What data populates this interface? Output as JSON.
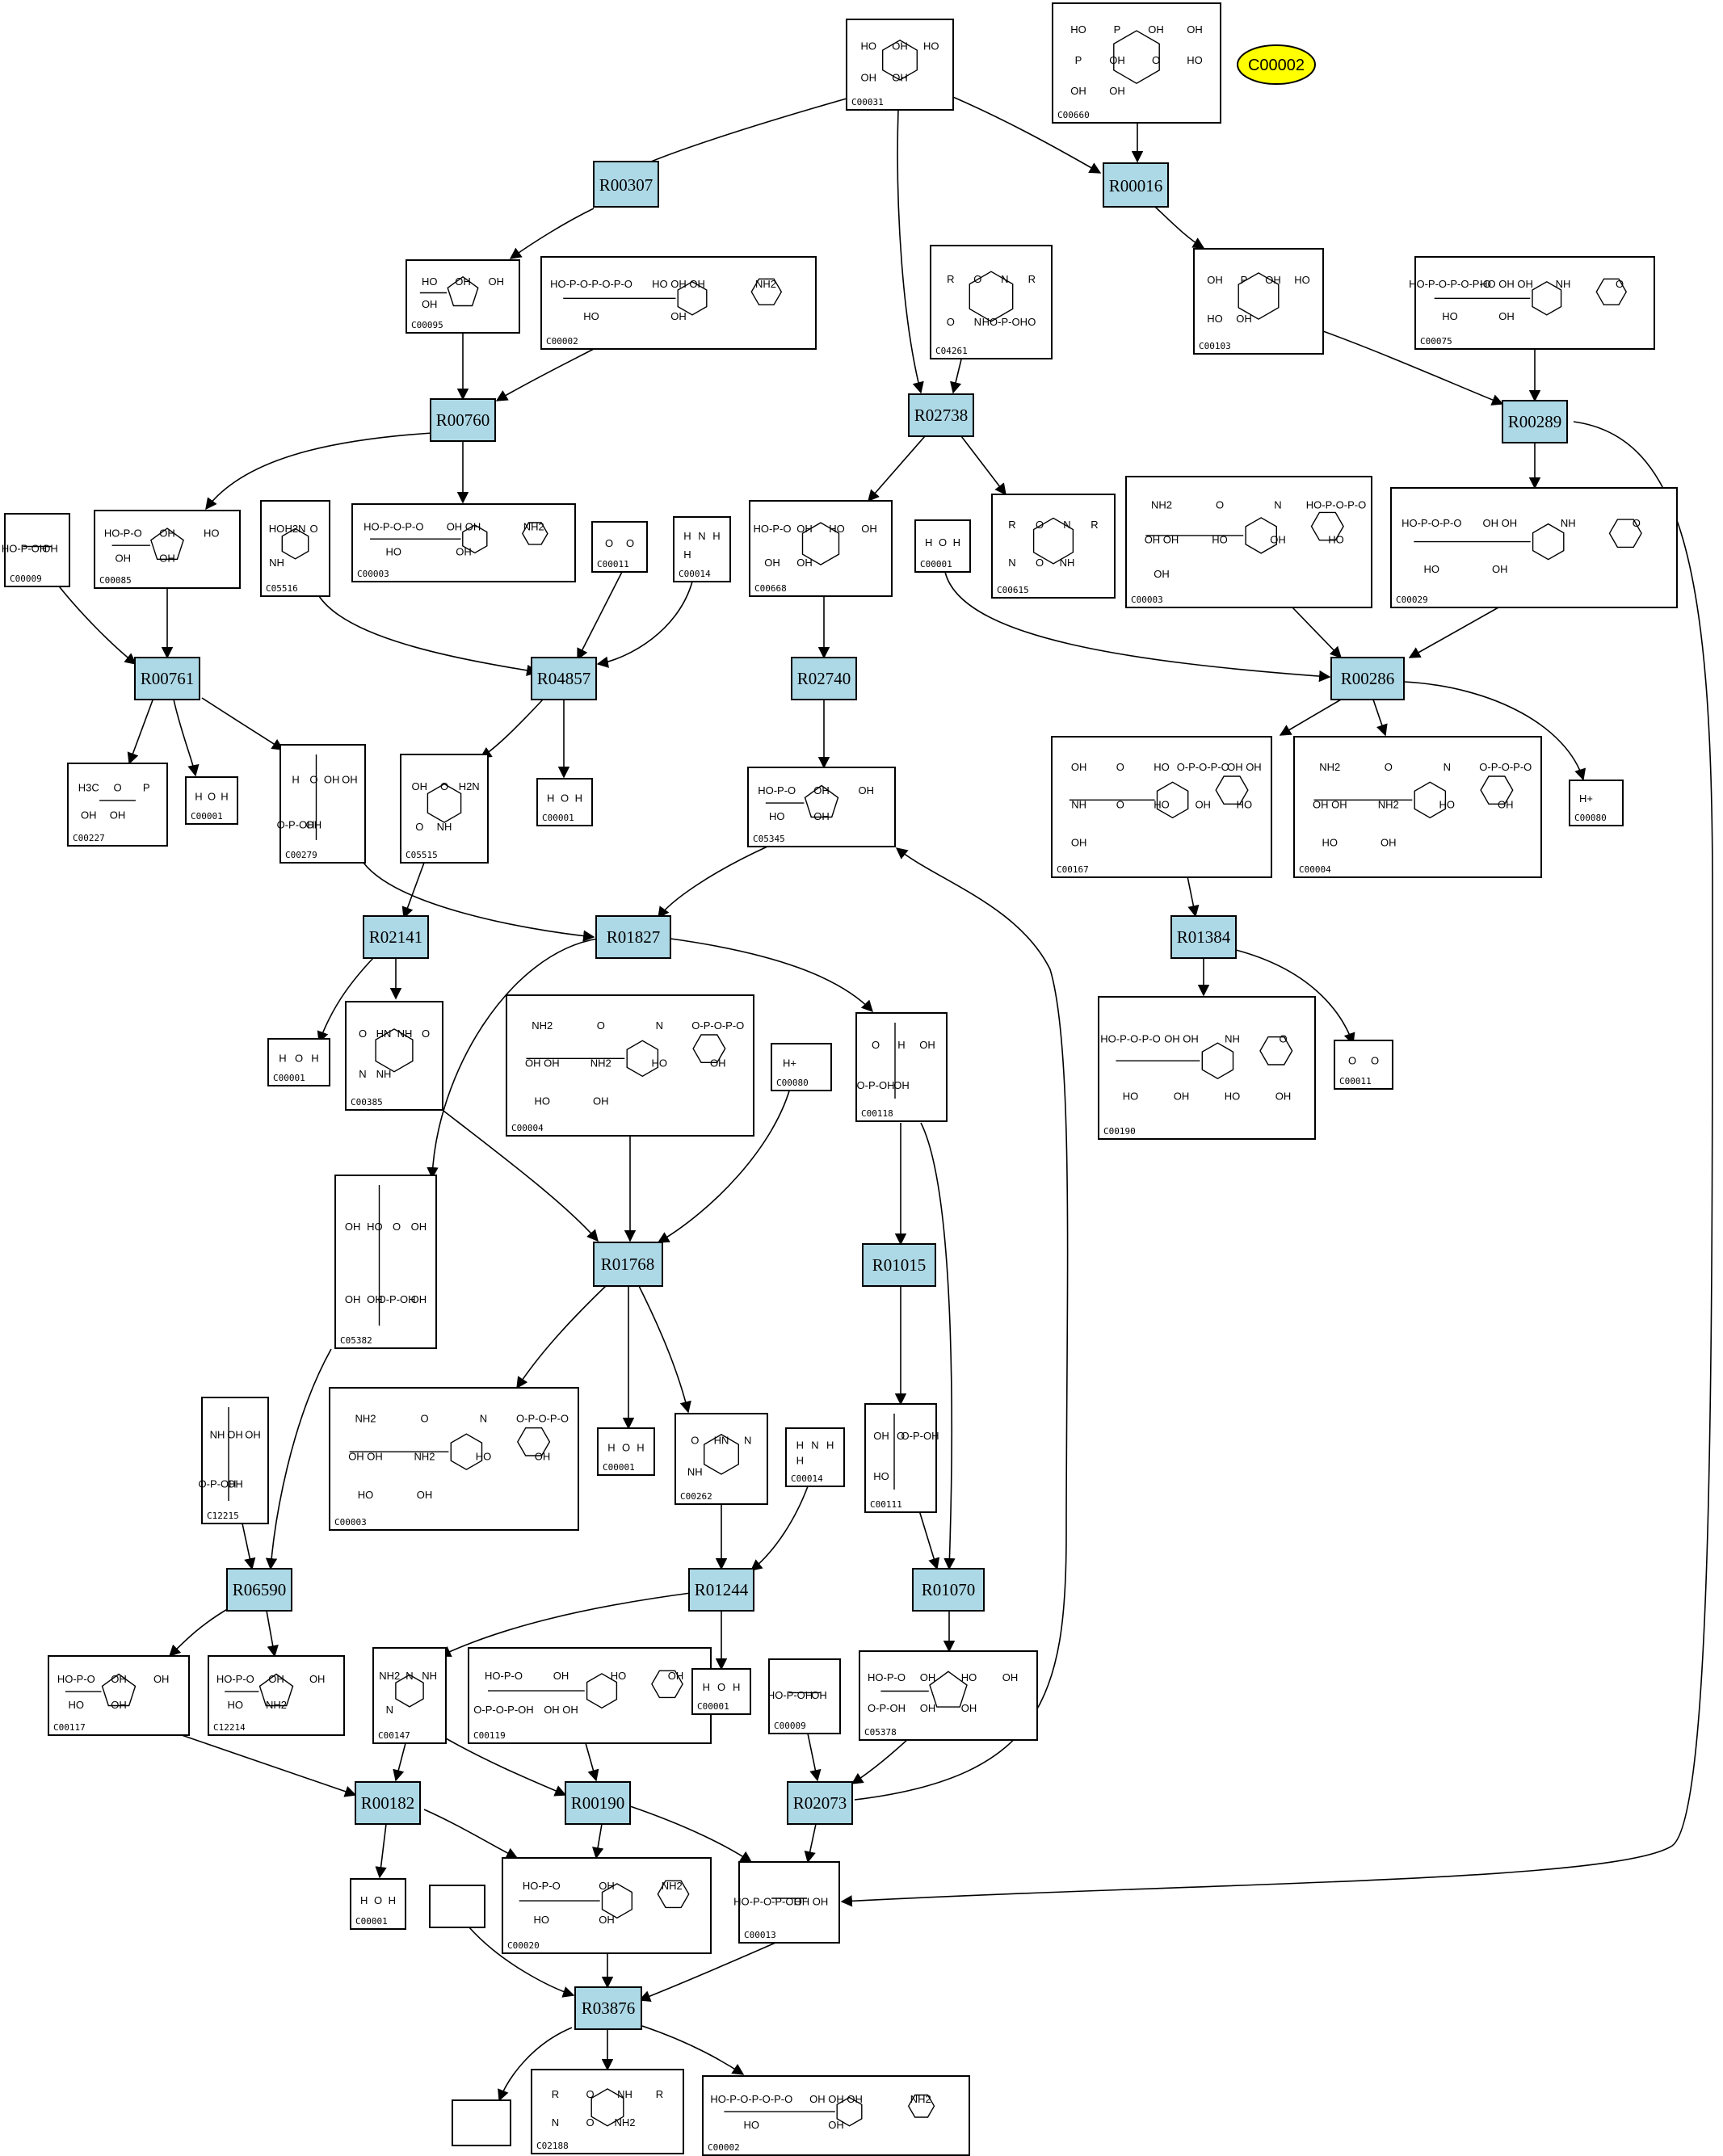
{
  "highlight_node": {
    "label": "C00002",
    "color": "#ffff00"
  },
  "reaction_color": "#add8e6",
  "reactions": {
    "R00307": "R00307",
    "R00016": "R00016",
    "R02738": "R02738",
    "R00760": "R00760",
    "R00289": "R00289",
    "R00761": "R00761",
    "R04857": "R04857",
    "R02740": "R02740",
    "R00286": "R00286",
    "R02141": "R02141",
    "R01827": "R01827",
    "R01384": "R01384",
    "R01768": "R01768",
    "R01015": "R01015",
    "R06590": "R06590",
    "R01244": "R01244",
    "R01070": "R01070",
    "R00182": "R00182",
    "R00190": "R00190",
    "R02073": "R02073",
    "R03876": "R03876"
  },
  "compounds": {
    "c00031": {
      "id": "C00031",
      "atoms": [
        "HO",
        "OH",
        "HO",
        "OH",
        "OH"
      ]
    },
    "c00660": {
      "id": "C00660",
      "atoms": [
        "HO",
        "P",
        "OH",
        "OH",
        "P",
        "OH",
        "O",
        "HO",
        "OH",
        "OH"
      ]
    },
    "c00095": {
      "id": "C00095",
      "atoms": [
        "HO",
        "OH",
        "OH",
        "OH"
      ]
    },
    "c00002a": {
      "id": "C00002",
      "atoms": [
        "HO-P-O-P-O-P-O",
        "HO  OH  OH",
        "NH2",
        "HO",
        "OH"
      ]
    },
    "c04261": {
      "id": "C04261",
      "atoms": [
        "R",
        "O",
        "N",
        "R",
        "O",
        "N",
        "HO-P-OH",
        "O"
      ]
    },
    "c00103": {
      "id": "C00103",
      "atoms": [
        "OH",
        "P",
        "OH",
        "HO",
        "HO",
        "OH"
      ]
    },
    "c00075": {
      "id": "C00075",
      "atoms": [
        "HO-P-O-P-O-P-O",
        "HO  OH  OH",
        "NH",
        "O",
        "HO",
        "OH"
      ]
    },
    "c00009a": {
      "id": "C00009",
      "atoms": [
        "HO-P-OH",
        "OH"
      ]
    },
    "c00085": {
      "id": "C00085",
      "atoms": [
        "HO-P-O",
        "OH",
        "HO",
        "OH",
        "OH"
      ]
    },
    "c05516": {
      "id": "C05516",
      "atoms": [
        "HO",
        "H2N",
        "O",
        "NH"
      ]
    },
    "c00003a": {
      "id": "C00003",
      "atoms": [
        "HO-P-O-P-O",
        "OH  OH",
        "NH2",
        "HO",
        "OH"
      ]
    },
    "c00011a": {
      "id": "C00011",
      "atoms": [
        "O",
        "O"
      ]
    },
    "c00014a": {
      "id": "C00014",
      "atoms": [
        "H",
        "N",
        "H",
        "H"
      ]
    },
    "c00668": {
      "id": "C00668",
      "atoms": [
        "HO-P-O",
        "OH",
        "HO",
        "OH",
        "OH",
        "OH"
      ]
    },
    "c00001a": {
      "id": "C00001",
      "atoms": [
        "H",
        "O",
        "H"
      ]
    },
    "c00615": {
      "id": "C00615",
      "atoms": [
        "R",
        "O",
        "N",
        "R",
        "N",
        "O",
        "NH"
      ]
    },
    "c00003b": {
      "id": "C00003",
      "atoms": [
        "NH2",
        "O",
        "N",
        "HO-P-O-P-O",
        "OH OH",
        "HO",
        "OH",
        "HO",
        "OH"
      ]
    },
    "c00029": {
      "id": "C00029",
      "atoms": [
        "HO-P-O-P-O",
        "OH OH",
        "NH",
        "O",
        "HO",
        "OH"
      ]
    },
    "c00227": {
      "id": "C00227",
      "atoms": [
        "H3C",
        "O",
        "P",
        "OH",
        "OH"
      ]
    },
    "c00001b": {
      "id": "C00001",
      "atoms": [
        "H",
        "O",
        "H"
      ]
    },
    "c00279": {
      "id": "C00279",
      "atoms": [
        "H",
        "O",
        "OH",
        "OH",
        "O-P-OH",
        "OH"
      ]
    },
    "c05515": {
      "id": "C05515",
      "atoms": [
        "OH",
        "O",
        "H2N",
        "O",
        "NH"
      ]
    },
    "c00001c": {
      "id": "C00001",
      "atoms": [
        "H",
        "O",
        "H"
      ]
    },
    "c05345": {
      "id": "C05345",
      "atoms": [
        "HO-P-O",
        "OH",
        "OH",
        "HO",
        "OH"
      ]
    },
    "c00167": {
      "id": "C00167",
      "atoms": [
        "OH",
        "O",
        "HO",
        "O-P-O-P-O",
        "OH OH",
        "NH",
        "O",
        "HO",
        "OH",
        "HO",
        "OH"
      ]
    },
    "c00004a": {
      "id": "C00004",
      "atoms": [
        "NH2",
        "O",
        "N",
        "O-P-O-P-O",
        "OH OH",
        "NH2",
        "HO",
        "OH",
        "HO",
        "OH"
      ]
    },
    "c00080a": {
      "id": "C00080",
      "atoms": [
        "H+"
      ]
    },
    "c00001d": {
      "id": "C00001",
      "atoms": [
        "H",
        "O",
        "H"
      ]
    },
    "c00385": {
      "id": "C00385",
      "atoms": [
        "O",
        "HN",
        "NH",
        "O",
        "N",
        "NH"
      ]
    },
    "c00004b": {
      "id": "C00004",
      "atoms": [
        "NH2",
        "O",
        "N",
        "O-P-O-P-O",
        "OH OH",
        "NH2",
        "HO",
        "OH",
        "HO",
        "OH"
      ]
    },
    "c00080b": {
      "id": "C00080",
      "atoms": [
        "H+"
      ]
    },
    "c00118": {
      "id": "C00118",
      "atoms": [
        "O",
        "H",
        "OH",
        "O-P-OH",
        "OH"
      ]
    },
    "c00190": {
      "id": "C00190",
      "atoms": [
        "HO-P-O-P-O",
        "OH OH",
        "NH",
        "O",
        "HO",
        "OH",
        "HO",
        "OH"
      ]
    },
    "c00011b": {
      "id": "C00011",
      "atoms": [
        "O",
        "O"
      ]
    },
    "c05382": {
      "id": "C05382",
      "atoms": [
        "OH",
        "HO",
        "O",
        "OH",
        "OH",
        "OH",
        "O-P-OH",
        "OH"
      ]
    },
    "c12215": {
      "id": "C12215",
      "atoms": [
        "NH",
        "OH",
        "OH",
        "O-P-OH",
        "OH"
      ]
    },
    "c00003c": {
      "id": "C00003",
      "atoms": [
        "NH2",
        "O",
        "N",
        "O-P-O-P-O",
        "OH OH",
        "NH2",
        "HO",
        "OH",
        "HO",
        "OH"
      ]
    },
    "c00001e": {
      "id": "C00001",
      "atoms": [
        "H",
        "O",
        "H"
      ]
    },
    "c00262": {
      "id": "C00262",
      "atoms": [
        "O",
        "HN",
        "N",
        "NH"
      ]
    },
    "c00014b": {
      "id": "C00014",
      "atoms": [
        "H",
        "N",
        "H",
        "H"
      ]
    },
    "c00111": {
      "id": "C00111",
      "atoms": [
        "OH",
        "O",
        "O-P-OH",
        "HO"
      ]
    },
    "c00117": {
      "id": "C00117",
      "atoms": [
        "HO-P-O",
        "OH",
        "OH",
        "HO",
        "OH"
      ]
    },
    "c12214": {
      "id": "C12214",
      "atoms": [
        "HO-P-O",
        "OH",
        "OH",
        "HO",
        "NH2"
      ]
    },
    "c00147": {
      "id": "C00147",
      "atoms": [
        "NH2",
        "N",
        "NH",
        "N"
      ]
    },
    "c00119": {
      "id": "C00119",
      "atoms": [
        "HO-P-O",
        "OH",
        "HO",
        "OH",
        "O-P-O-P-OH",
        "OH OH"
      ]
    },
    "c00001f": {
      "id": "C00001",
      "atoms": [
        "H",
        "O",
        "H"
      ]
    },
    "c00009b": {
      "id": "C00009",
      "atoms": [
        "HO-P-OH",
        "OH"
      ]
    },
    "c05378": {
      "id": "C05378",
      "atoms": [
        "HO-P-O",
        "OH",
        "HO",
        "OH",
        "O-P-OH",
        "OH",
        "OH"
      ]
    },
    "c00001g": {
      "id": "C00001",
      "atoms": [
        "H",
        "O",
        "H"
      ]
    },
    "c00020": {
      "id": "C00020",
      "atoms": [
        "HO-P-O",
        "OH",
        "NH2",
        "HO",
        "OH"
      ]
    },
    "c00013": {
      "id": "C00013",
      "atoms": [
        "HO-P-O-P-OH",
        "OH OH"
      ]
    },
    "c02188": {
      "id": "C02188",
      "atoms": [
        "R",
        "O",
        "NH",
        "R",
        "N",
        "O",
        "NH2"
      ]
    },
    "c00002b": {
      "id": "C00002",
      "atoms": [
        "HO-P-O-P-O-P-O",
        "OH OH OH",
        "NH2",
        "HO",
        "OH"
      ]
    }
  }
}
